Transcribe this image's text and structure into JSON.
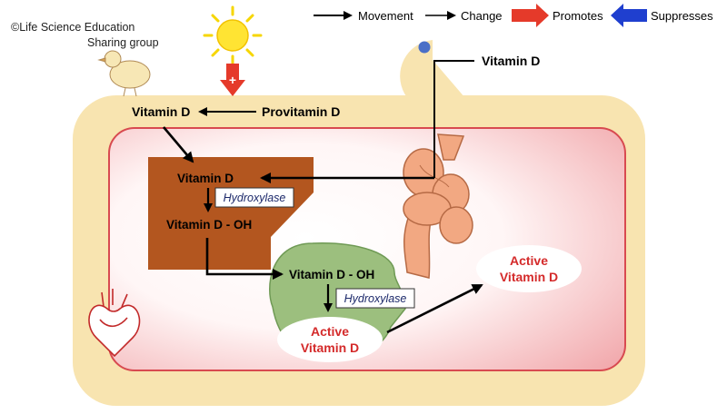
{
  "credit": {
    "line1": "©Life Science Education",
    "line2": "Sharing group"
  },
  "legend": {
    "movement": "Movement",
    "change": "Change",
    "promotes": "Promotes",
    "suppresses": "Suppresses"
  },
  "labels": {
    "vitamin_d_food": "Vitamin D",
    "provitamin_d": "Provitamin D",
    "vitamin_d_skin": "Vitamin D",
    "liver_vitamin_d": "Vitamin D",
    "liver_hydroxylase": "Hydroxylase",
    "liver_vitamin_d_oh": "Vitamin D - OH",
    "kidney_vitamin_d_oh": "Vitamin D - OH",
    "kidney_hydroxylase": "Hydroxylase",
    "kidney_active_line1": "Active",
    "kidney_active_line2": "Vitamin D",
    "target_active_line1": "Active",
    "target_active_line2": "Vitamin D",
    "promote_sign": "+"
  },
  "colors": {
    "body_outer": "#f8e4b0",
    "body_inner_edge": "#e8868a",
    "liver": "#b3561f",
    "kidney": "#9cbf7e",
    "intestine": "#f2a882",
    "sun": "#ffe433",
    "promote_arrow": "#e53a2a",
    "suppress_arrow": "#1f3fcf",
    "active_text": "#d42a2a",
    "food_ball": "#4a6fc7"
  },
  "icons": [
    "sun-icon",
    "bird-icon",
    "pacman-mouth-icon",
    "food-ball-icon",
    "intestine-icon",
    "liver-shape",
    "kidney-shape",
    "heart-icon"
  ]
}
